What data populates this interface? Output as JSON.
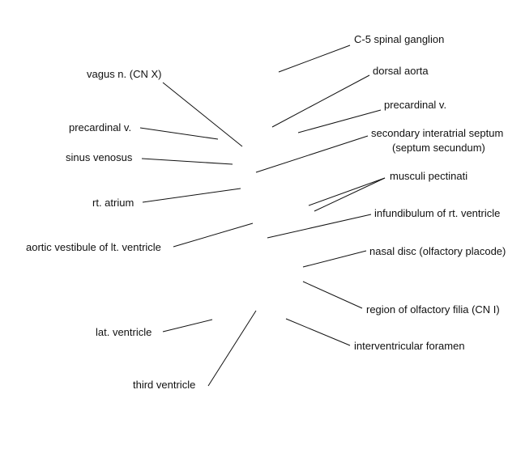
{
  "labels": {
    "c5_spinal_ganglion": "C-5 spinal ganglion",
    "dorsal_aorta": "dorsal aorta",
    "vagus_n": "vagus n. (CN X)",
    "precardinal_v_right": "precardinal v.",
    "precardinal_v_left": "precardinal v.",
    "secondary_interatrial_septum": "secondary interatrial septum",
    "septum_secundum": "(septum secundum)",
    "sinus_venosus": "sinus venosus",
    "musculi_pectinati": "musculi pectinati",
    "rt_atrium": "rt. atrium",
    "infundibulum": "infundibulum of rt. ventricle",
    "aortic_vestibule": "aortic vestibule of lt. ventricle",
    "nasal_disc": "nasal disc (olfactory placode)",
    "olfactory_filia": "region of olfactory filia (CN I)",
    "lat_ventricle": "lat. ventricle",
    "interventricular_foramen": "interventricular foramen",
    "third_ventricle": "third ventricle"
  },
  "colors": {
    "ink": "#111111",
    "background": "#ffffff"
  }
}
